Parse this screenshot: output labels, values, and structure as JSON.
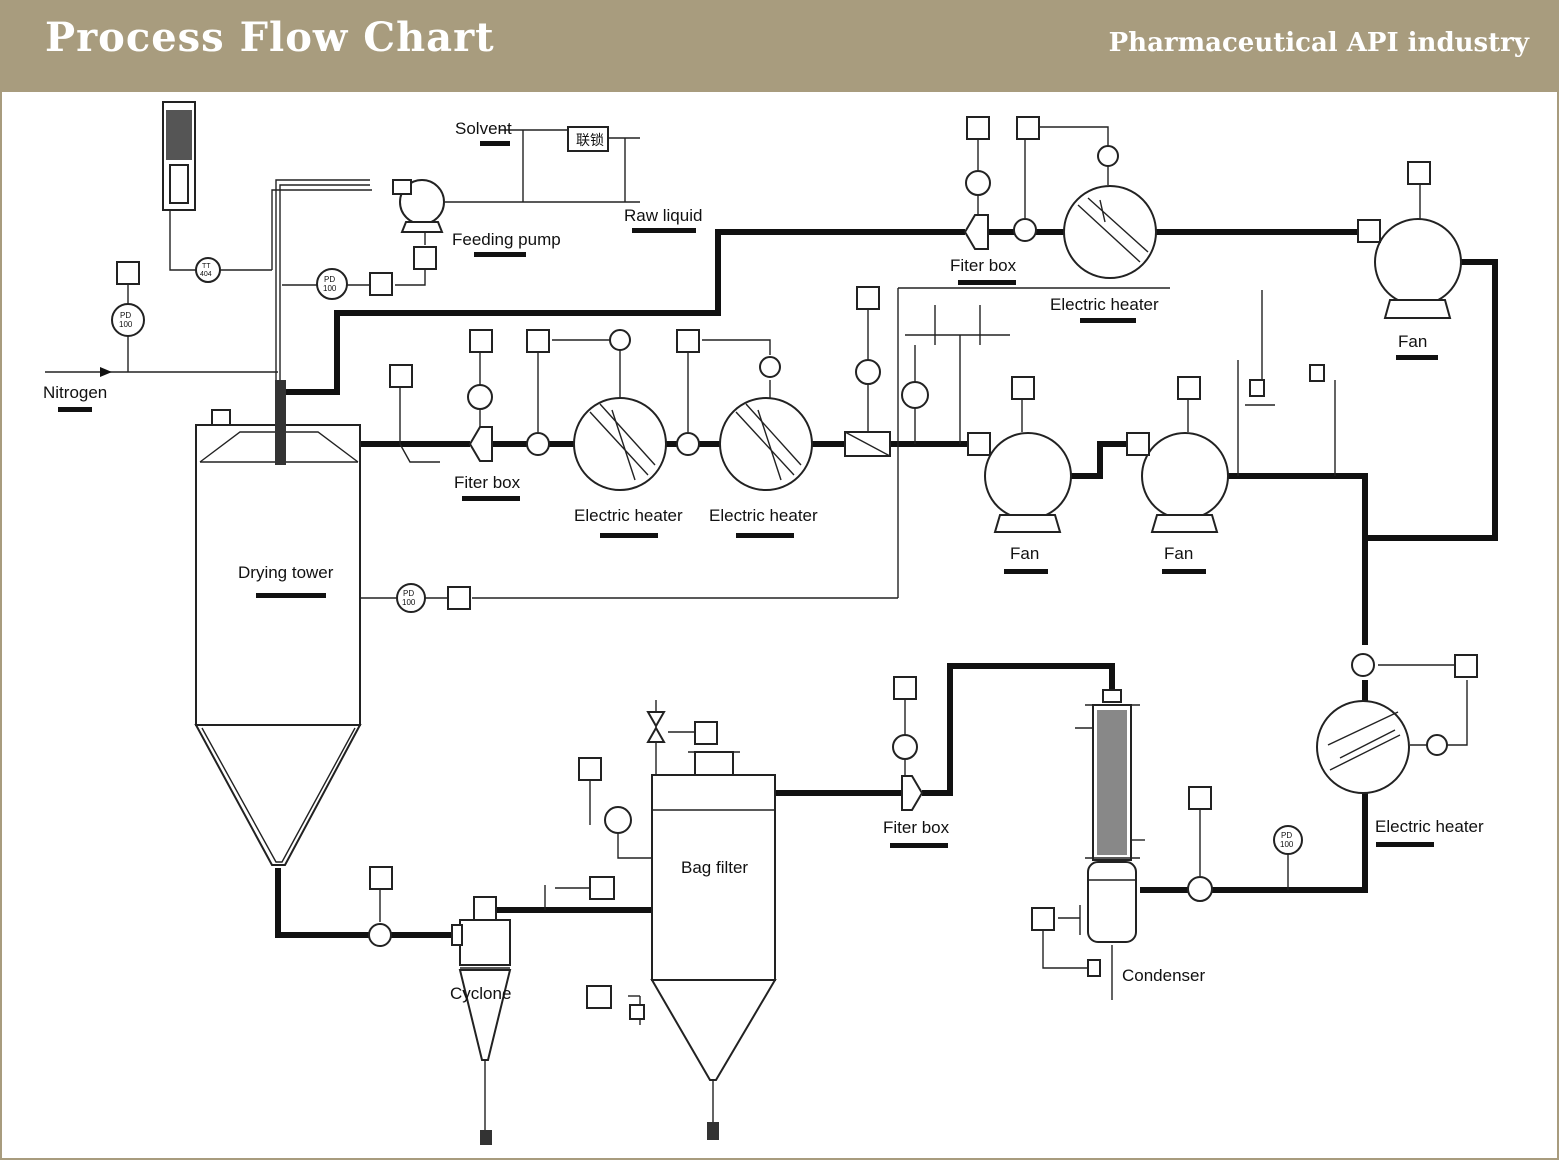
{
  "header": {
    "title": "Process Flow Chart",
    "subtitle": "Pharmaceutical API industry"
  },
  "labels": {
    "solvent": "Solvent",
    "raw_liquid": "Raw liquid",
    "feeding_pump": "Feeding pump",
    "nitrogen": "Nitrogen",
    "filter_box_top": "Fiter box",
    "electric_heater_top": "Electric heater",
    "fan_top_right": "Fan",
    "filter_box_mid": "Fiter box",
    "electric_heater_mid1": "Electric heater",
    "electric_heater_mid2": "Electric heater",
    "fan_mid1": "Fan",
    "fan_mid2": "Fan",
    "drying_tower": "Drying tower",
    "electric_heater_right": "Electric heater",
    "filter_box_bottom": "Fiter box",
    "bag_filter": "Bag filter",
    "cyclone": "Cyclone",
    "condenser": "Condenser"
  },
  "instrument_tags": {
    "pd": "PD",
    "pd_num": "100",
    "tt": "TT",
    "tt_num": "404",
    "interlock": "联锁"
  },
  "colors": {
    "header_bg": "#a89c7e",
    "header_text": "#ffffff",
    "line": "#111111"
  }
}
